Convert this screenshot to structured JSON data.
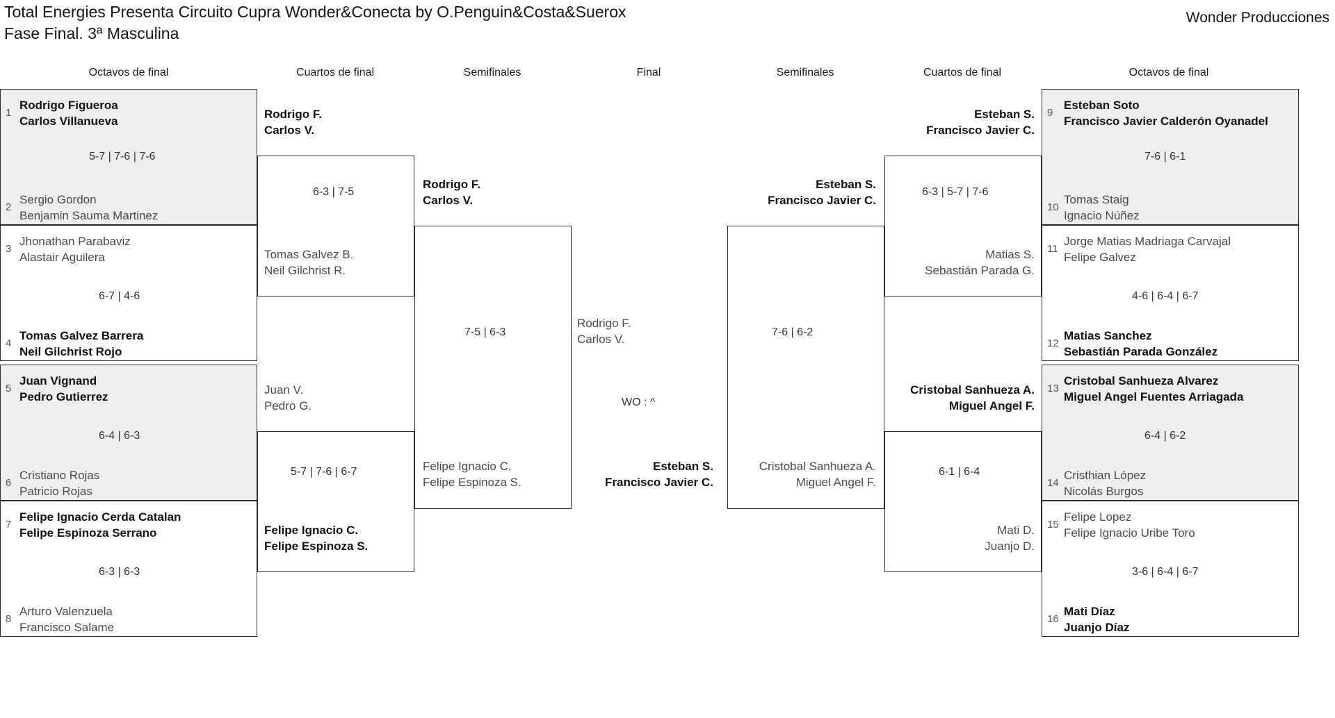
{
  "header": {
    "title_line1": "Total Energies Presenta Circuito Cupra Wonder&Conecta by O.Penguin&Costa&Suerox",
    "title_line2": "Fase Final. 3ª Masculina",
    "brand": "Wonder Producciones"
  },
  "round_labels": {
    "left_r16": "Octavos de final",
    "left_qf": "Cuartos de final",
    "left_sf": "Semifinales",
    "final": "Final",
    "right_sf": "Semifinales",
    "right_qf": "Cuartos de final",
    "right_r16": "Octavos de final"
  },
  "bracket": {
    "left_r16": [
      {
        "seed_top": "1",
        "top_p1": "Rodrigo Figueroa",
        "top_p2": "Carlos Villanueva",
        "top_result": "win",
        "score": "5-7 | 7-6 | 7-6",
        "seed_bottom": "2",
        "bottom_p1": "Sergio Gordon",
        "bottom_p2": "Benjamin Sauma Martinez",
        "bottom_result": "lose"
      },
      {
        "seed_top": "3",
        "top_p1": "Jhonathan Parabaviz",
        "top_p2": "Alastair Aguilera",
        "top_result": "lose",
        "score": "6-7 | 4-6",
        "seed_bottom": "4",
        "bottom_p1": "Tomas Galvez Barrera",
        "bottom_p2": "Neil Gilchrist Rojo",
        "bottom_result": "win"
      },
      {
        "seed_top": "5",
        "top_p1": "Juan Vignand",
        "top_p2": "Pedro Gutierrez",
        "top_result": "win",
        "score": "6-4 | 6-3",
        "seed_bottom": "6",
        "bottom_p1": "Cristiano Rojas",
        "bottom_p2": "Patricio Rojas",
        "bottom_result": "lose"
      },
      {
        "seed_top": "7",
        "top_p1": "Felipe Ignacio Cerda Catalan",
        "top_p2": "Felipe Espinoza Serrano",
        "top_result": "win",
        "score": "6-3 | 6-3",
        "seed_bottom": "8",
        "bottom_p1": "Arturo Valenzuela",
        "bottom_p2": "Francisco Salame",
        "bottom_result": "lose"
      }
    ],
    "left_qf": [
      {
        "top_p1": "Rodrigo F.",
        "top_p2": "Carlos V.",
        "top_result": "win",
        "score": "6-3 | 7-5",
        "bottom_p1": "Tomas Galvez B.",
        "bottom_p2": "Neil Gilchrist R.",
        "bottom_result": "lose"
      },
      {
        "top_p1": "Juan V.",
        "top_p2": "Pedro G.",
        "top_result": "lose",
        "score": "5-7 | 7-6 | 6-7",
        "bottom_p1": "Felipe Ignacio C.",
        "bottom_p2": "Felipe Espinoza S.",
        "bottom_result": "win"
      }
    ],
    "left_sf": [
      {
        "top_p1": "Rodrigo F.",
        "top_p2": "Carlos V.",
        "top_result": "win",
        "score": "7-5 | 6-3",
        "bottom_p1": "Felipe Ignacio C.",
        "bottom_p2": "Felipe Espinoza S.",
        "bottom_result": "lose"
      }
    ],
    "final": {
      "top_p1": "Rodrigo F.",
      "top_p2": "Carlos V.",
      "top_result": "lose",
      "score": "WO : ^",
      "bottom_p1": "Esteban S.",
      "bottom_p2": "Francisco Javier C.",
      "bottom_result": "win"
    },
    "right_sf": [
      {
        "top_p1": "Esteban S.",
        "top_p2": "Francisco Javier C.",
        "top_result": "win",
        "score": "7-6 | 6-2",
        "bottom_p1": "Cristobal Sanhueza A.",
        "bottom_p2": "Miguel Angel F.",
        "bottom_result": "lose"
      }
    ],
    "right_qf": [
      {
        "top_p1": "Esteban S.",
        "top_p2": "Francisco Javier C.",
        "top_result": "win",
        "score": "6-3 | 5-7 | 7-6",
        "bottom_p1": "Matias S.",
        "bottom_p2": "Sebastián Parada G.",
        "bottom_result": "lose"
      },
      {
        "top_p1": "Cristobal Sanhueza A.",
        "top_p2": "Miguel Angel F.",
        "top_result": "win",
        "score": "6-1 | 6-4",
        "bottom_p1": "Mati D.",
        "bottom_p2": "Juanjo D.",
        "bottom_result": "lose"
      }
    ],
    "right_r16": [
      {
        "seed_top": "9",
        "top_p1": "Esteban Soto",
        "top_p2": "Francisco Javier Calderón Oyanadel",
        "top_result": "win",
        "score": "7-6 | 6-1",
        "seed_bottom": "10",
        "bottom_p1": "Tomas Staig",
        "bottom_p2": "Ignacio Núñez",
        "bottom_result": "lose"
      },
      {
        "seed_top": "11",
        "top_p1": "Jorge Matias Madriaga Carvajal",
        "top_p2": "Felipe Galvez",
        "top_result": "lose",
        "score": "4-6 | 6-4 | 6-7",
        "seed_bottom": "12",
        "bottom_p1": "Matias Sanchez",
        "bottom_p2": "Sebastián Parada González",
        "bottom_result": "win"
      },
      {
        "seed_top": "13",
        "top_p1": "Cristobal Sanhueza Alvarez",
        "top_p2": "Miguel Angel Fuentes Arriagada",
        "top_result": "win",
        "score": "6-4 | 6-2",
        "seed_bottom": "14",
        "bottom_p1": "Cristhian López",
        "bottom_p2": "Nicolás Burgos",
        "bottom_result": "lose"
      },
      {
        "seed_top": "15",
        "top_p1": "Felipe Lopez",
        "top_p2": "Felipe Ignacio Uribe Toro",
        "top_result": "lose",
        "score": "3-6 | 6-4 | 6-7",
        "seed_bottom": "16",
        "bottom_p1": "Mati Díaz",
        "bottom_p2": "Juanjo Díaz",
        "bottom_result": "win"
      }
    ]
  },
  "colors": {
    "shaded_row": "#eeeeee",
    "border": "#2b2b2b",
    "winner_text": "#111111",
    "loser_text": "#4a4a4a"
  }
}
